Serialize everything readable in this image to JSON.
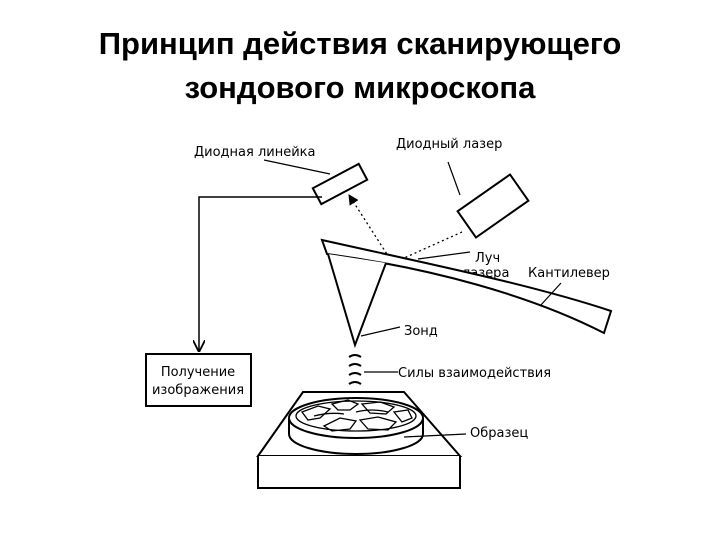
{
  "slide": {
    "title_line1": "Принцип действия сканирующего",
    "title_line2": "зондового микроскопа"
  },
  "diagram": {
    "labels": {
      "diode_array": "Диодная линейка",
      "diode_laser": "Диодный лазер",
      "laser_beam_line1": "Луч",
      "laser_beam_line2": "лазера",
      "cantilever": "Кантилевер",
      "probe": "Зонд",
      "interaction_forces": "Силы взаимодействия",
      "sample": "Образец",
      "image_acquisition_line1": "Получение",
      "image_acquisition_line2": "изображения"
    }
  }
}
